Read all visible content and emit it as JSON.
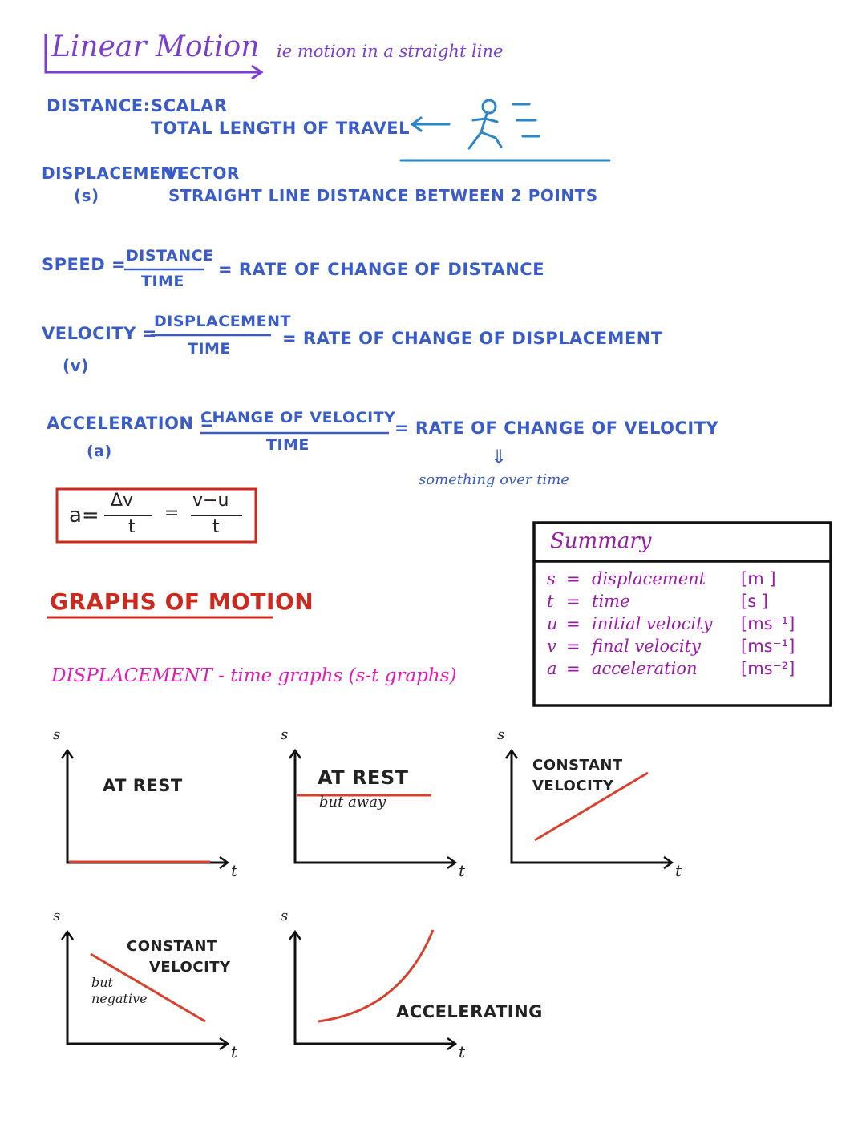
{
  "title": {
    "main": "Linear Motion",
    "note": "ie motion in a straight line"
  },
  "distance": {
    "label": "DISTANCE:",
    "type": "SCALAR",
    "desc": "TOTAL LENGTH OF TRAVEL"
  },
  "displacement": {
    "label": "DISPLACEMENT",
    "type": ": VECTOR",
    "symbol": "(s)",
    "desc": "STRAIGHT LINE DISTANCE BETWEEN 2 POINTS"
  },
  "speed": {
    "label": "SPEED =",
    "numerator": "DISTANCE",
    "denominator": "TIME",
    "rate": "= RATE OF CHANGE OF DISTANCE"
  },
  "velocity": {
    "label": "VELOCITY =",
    "symbol": "(v)",
    "numerator": "DISPLACEMENT",
    "denominator": "TIME",
    "rate": "= RATE OF CHANGE OF DISPLACEMENT"
  },
  "acceleration": {
    "label": "ACCELERATION =",
    "symbol": "(a)",
    "numerator": "CHANGE OF VELOCITY",
    "denominator": "TIME",
    "rate": "= RATE OF CHANGE OF VELOCITY",
    "arrow": "⇓",
    "note": "something over time"
  },
  "formula": {
    "lhs": "a=",
    "frac1_num": "Δv",
    "frac1_den": "t",
    "eq": "=",
    "frac2_num": "v−u",
    "frac2_den": "t"
  },
  "summary": {
    "title": "Summary",
    "rows": [
      {
        "sym": "s",
        "eq": "=",
        "meaning": "displacement",
        "unit": "[m ]"
      },
      {
        "sym": "t",
        "eq": "=",
        "meaning": "time",
        "unit": "[s ]"
      },
      {
        "sym": "u",
        "eq": "=",
        "meaning": "initial velocity",
        "unit": "[ms⁻¹]"
      },
      {
        "sym": "v",
        "eq": "=",
        "meaning": "final velocity",
        "unit": "[ms⁻¹]"
      },
      {
        "sym": "a",
        "eq": "=",
        "meaning": "acceleration",
        "unit": "[ms⁻²]"
      }
    ]
  },
  "graphs_heading": "GRAPHS OF MOTION",
  "st_heading": "DISPLACEMENT - time graphs (s-t graphs)",
  "graphs": [
    {
      "ylabel": "s",
      "xlabel": "t",
      "label": "AT REST",
      "sublabel": ""
    },
    {
      "ylabel": "s",
      "xlabel": "t",
      "label": "AT REST",
      "sublabel": "but away"
    },
    {
      "ylabel": "s",
      "xlabel": "t",
      "label": "CONSTANT VELOCITY",
      "sublabel": ""
    },
    {
      "ylabel": "s",
      "xlabel": "t",
      "label": "CONSTANT VELOCITY",
      "sublabel": "but negative"
    },
    {
      "ylabel": "s",
      "xlabel": "t",
      "label": "ACCELERATING",
      "sublabel": ""
    }
  ],
  "colors": {
    "purple": "#7a3fd0",
    "blue": "#3a5cc8",
    "red": "#cc2a1e",
    "pink": "#e21bb4",
    "magenta": "#9a1aa8",
    "teal": "#2a86c8"
  }
}
